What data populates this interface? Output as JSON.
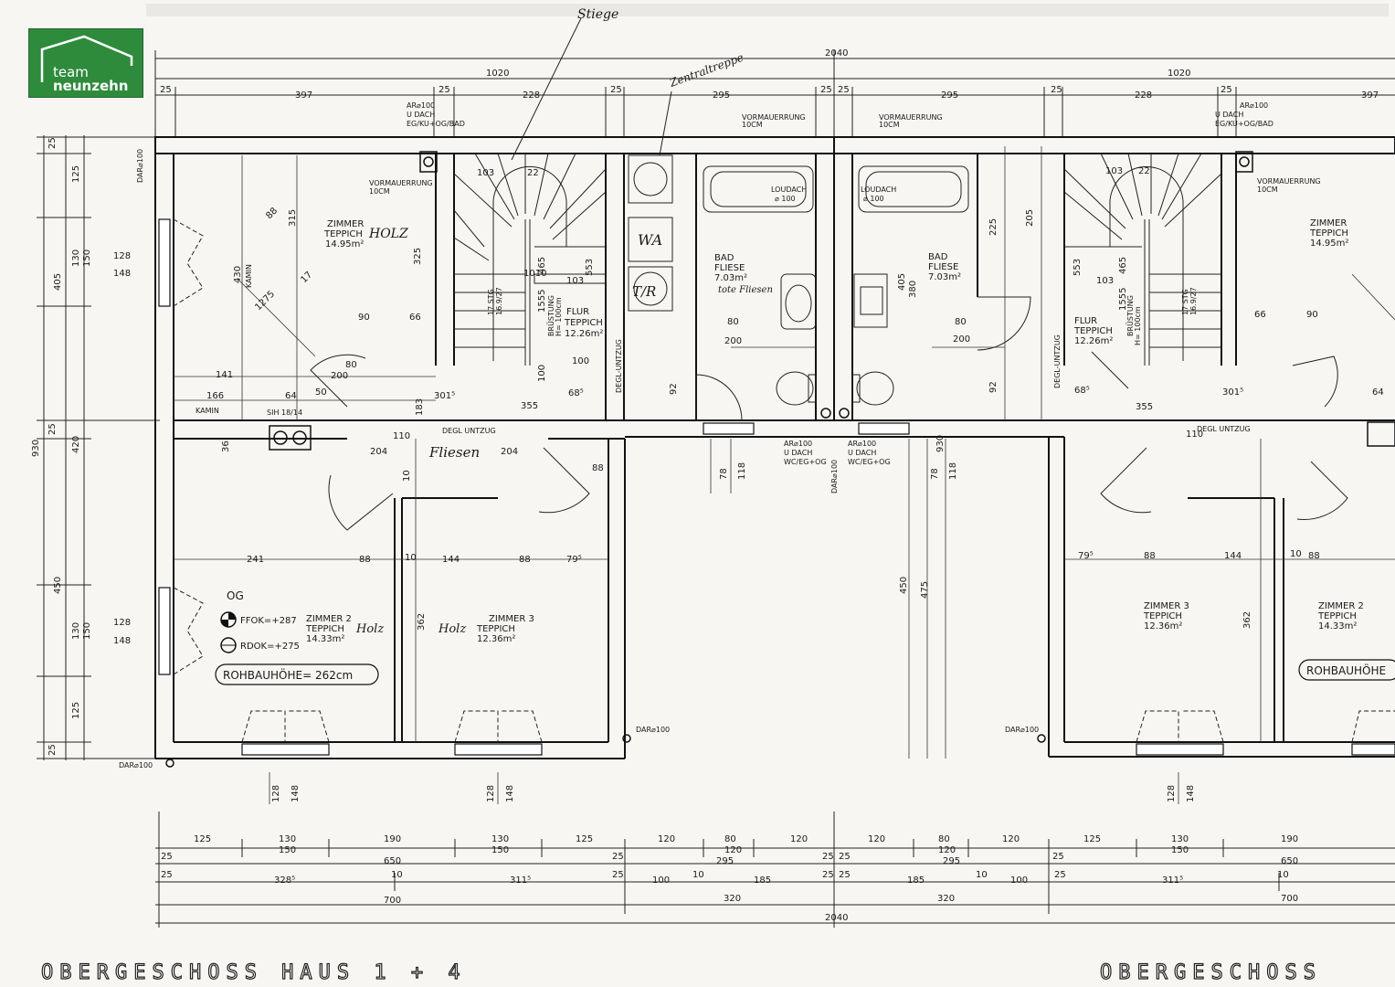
{
  "logo": {
    "line1": "team",
    "line2": "neunzehn"
  },
  "captions": {
    "left": "OBERGESCHOSS HAUS 1 + 4",
    "right": "OBERGESCHOSS"
  },
  "dims_top": {
    "total": "2040",
    "half_left": "1020",
    "half_right": "1020",
    "row": [
      "25",
      "397",
      "25",
      "228",
      "25",
      "295",
      "25",
      "25",
      "295",
      "25",
      "228",
      "25",
      "397"
    ]
  },
  "dims_left": [
    "25",
    "125",
    "130",
    "150",
    "405",
    "930",
    "25",
    "420",
    "450",
    "130",
    "150",
    "125",
    "25"
  ],
  "window_left": {
    "w1": "128",
    "w2": "148"
  },
  "dims_bottom": {
    "row1": [
      "125",
      "130",
      "190",
      "130",
      "125",
      "120",
      "80",
      "120",
      "120",
      "80",
      "120",
      "125",
      "130",
      "190"
    ],
    "row1b": [
      "150",
      "150",
      "120",
      "120",
      "150"
    ],
    "row2": [
      "25",
      "650",
      "25",
      "295",
      "25",
      "25",
      "295",
      "25",
      "650"
    ],
    "row3": [
      "25",
      "328⁵",
      "10",
      "311⁵",
      "25",
      "100",
      "10",
      "185",
      "25",
      "25",
      "185",
      "10",
      "100",
      "25",
      "311⁵",
      "10"
    ],
    "row4": [
      "700",
      "320",
      "320",
      "700"
    ],
    "total": "2040",
    "window": [
      "128",
      "148"
    ]
  },
  "rooms": [
    {
      "name": "ZIMMER",
      "floor": "TEPPICH",
      "area": "14.95m²",
      "note": "HOLZ"
    },
    {
      "name": "BAD",
      "floor": "FLIESE",
      "area": "7.03m²"
    },
    {
      "name": "FLUR",
      "floor": "TEPPICH",
      "area": "12.26m²"
    },
    {
      "name": "ZIMMER 2",
      "floor": "TEPPICH",
      "area": "14.33m²",
      "note": "Holz"
    },
    {
      "name": "ZIMMER 3",
      "floor": "TEPPICH",
      "area": "12.36m²",
      "note": "Holz"
    },
    {
      "name": "BAD",
      "floor": "FLIESE",
      "area": "7.03m²"
    },
    {
      "name": "FLUR",
      "floor": "TEPPICH",
      "area": "12.26m²"
    },
    {
      "name": "ZIMMER",
      "floor": "TEPPICH",
      "area": "14.95m²"
    },
    {
      "name": "ZIMMER 3",
      "floor": "TEPPICH",
      "area": "12.36m²"
    },
    {
      "name": "ZIMMER 2",
      "floor": "TEPPICH",
      "area": "14.33m²"
    }
  ],
  "labels": {
    "og": "OG",
    "ffok": "FFOK=+287",
    "rdok": "RDOK=+275",
    "rohbau": "ROHBAUHÖHE= 262cm",
    "rohbau_right": "ROHBAUHÖHE",
    "kamin": "KAMIN",
    "sih": "SIH 18/14",
    "ar100": "AR⌀100",
    "udach_bad": "U DACH",
    "udach_bad2": "EG/KU+OG/BAD",
    "udach_wc": "U DACH",
    "udach_wc2": "WC/EG+OG",
    "vormauerung": "VORMAUERRUNG",
    "vormauerung2": "10CM",
    "loudach": "LOUDACH",
    "loudach2": "⌀ 100",
    "dar100": "DAR⌀100",
    "stg": "17 STG",
    "stg2": "16.9/27",
    "brustung": "BRÜSTUNG",
    "brustung2": "H= 100cm",
    "degl": "DEGL-UNTZUG",
    "degl_untzug": "DEGL UNTZUG",
    "wa": "WA",
    "tr": "T/R",
    "hand_top": "Stiege",
    "hand_treppe": "Zentraltreppe",
    "hand_fliesen": "Fliesen",
    "hand_bad": "tote Fliesen"
  },
  "dims_inner": {
    "d315": "315",
    "d325": "325",
    "d430": "430",
    "d128": "128",
    "d148": "148",
    "d103": "103",
    "d22": "22",
    "d90": "90",
    "d66": "66",
    "d141": "141",
    "d166": "166",
    "d64": "64",
    "d50": "50",
    "d301": "301⁵",
    "d183": "183",
    "d36": "36",
    "d80": "80",
    "d200": "200",
    "d110": "110",
    "d88": "88",
    "d204": "204",
    "d241": "241",
    "d10": "10",
    "d144": "144",
    "d79": "79⁵",
    "d362": "362",
    "d205": "205",
    "d225": "225",
    "d405": "405",
    "d380": "380",
    "d475": "475",
    "d450": "450",
    "d78": "78",
    "d118": "118",
    "d92": "92",
    "d355": "355",
    "d1555": "1555",
    "d465": "465",
    "d1010": "1010",
    "d553": "553",
    "d1275": "1275",
    "d17": "17",
    "d100": "100",
    "d68": "68⁵",
    "d930": "930"
  }
}
